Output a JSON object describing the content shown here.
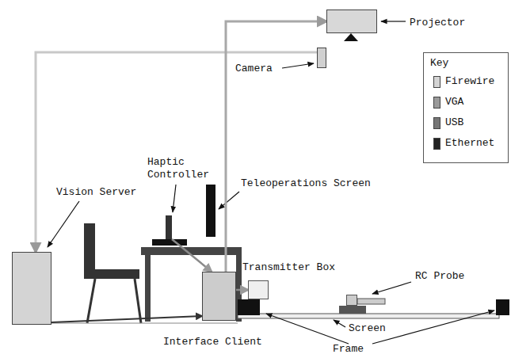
{
  "diagram": {
    "nodes": [
      {
        "text": [
          "Projector"
        ]
      },
      {
        "text": [
          "Camera"
        ]
      },
      {
        "text": [
          "Vision Server"
        ]
      },
      {
        "text": [
          "Haptic Controller"
        ]
      },
      {
        "text": [
          "Teleoperations Screen"
        ]
      },
      {
        "text": [
          "Interface Client"
        ]
      },
      {
        "text": [
          "Transmitter Box"
        ]
      },
      {
        "text": [
          "RC Probe"
        ]
      }
    ],
    "edges": [
      {
        "from": 1,
        "to": 2,
        "arrow": "to"
      },
      {
        "from": 5,
        "to": 0,
        "arrow": "to"
      },
      {
        "from": 2,
        "to": 5,
        "arrow": "to"
      },
      {
        "from": 3,
        "to": 5,
        "arrow": "to"
      },
      {
        "from": 5,
        "to": 6,
        "arrow": "to"
      }
    ],
    "labels": [
      "Key",
      "Screen",
      "Frame"
    ],
    "legend": [
      {
        "text": "Firewire",
        "color": "#d4d4d4"
      },
      {
        "text": "VGA",
        "color": "#9a9a9a"
      },
      {
        "text": "USB",
        "color": "#767676"
      },
      {
        "text": "Ethernet",
        "color": "#222222"
      }
    ]
  }
}
